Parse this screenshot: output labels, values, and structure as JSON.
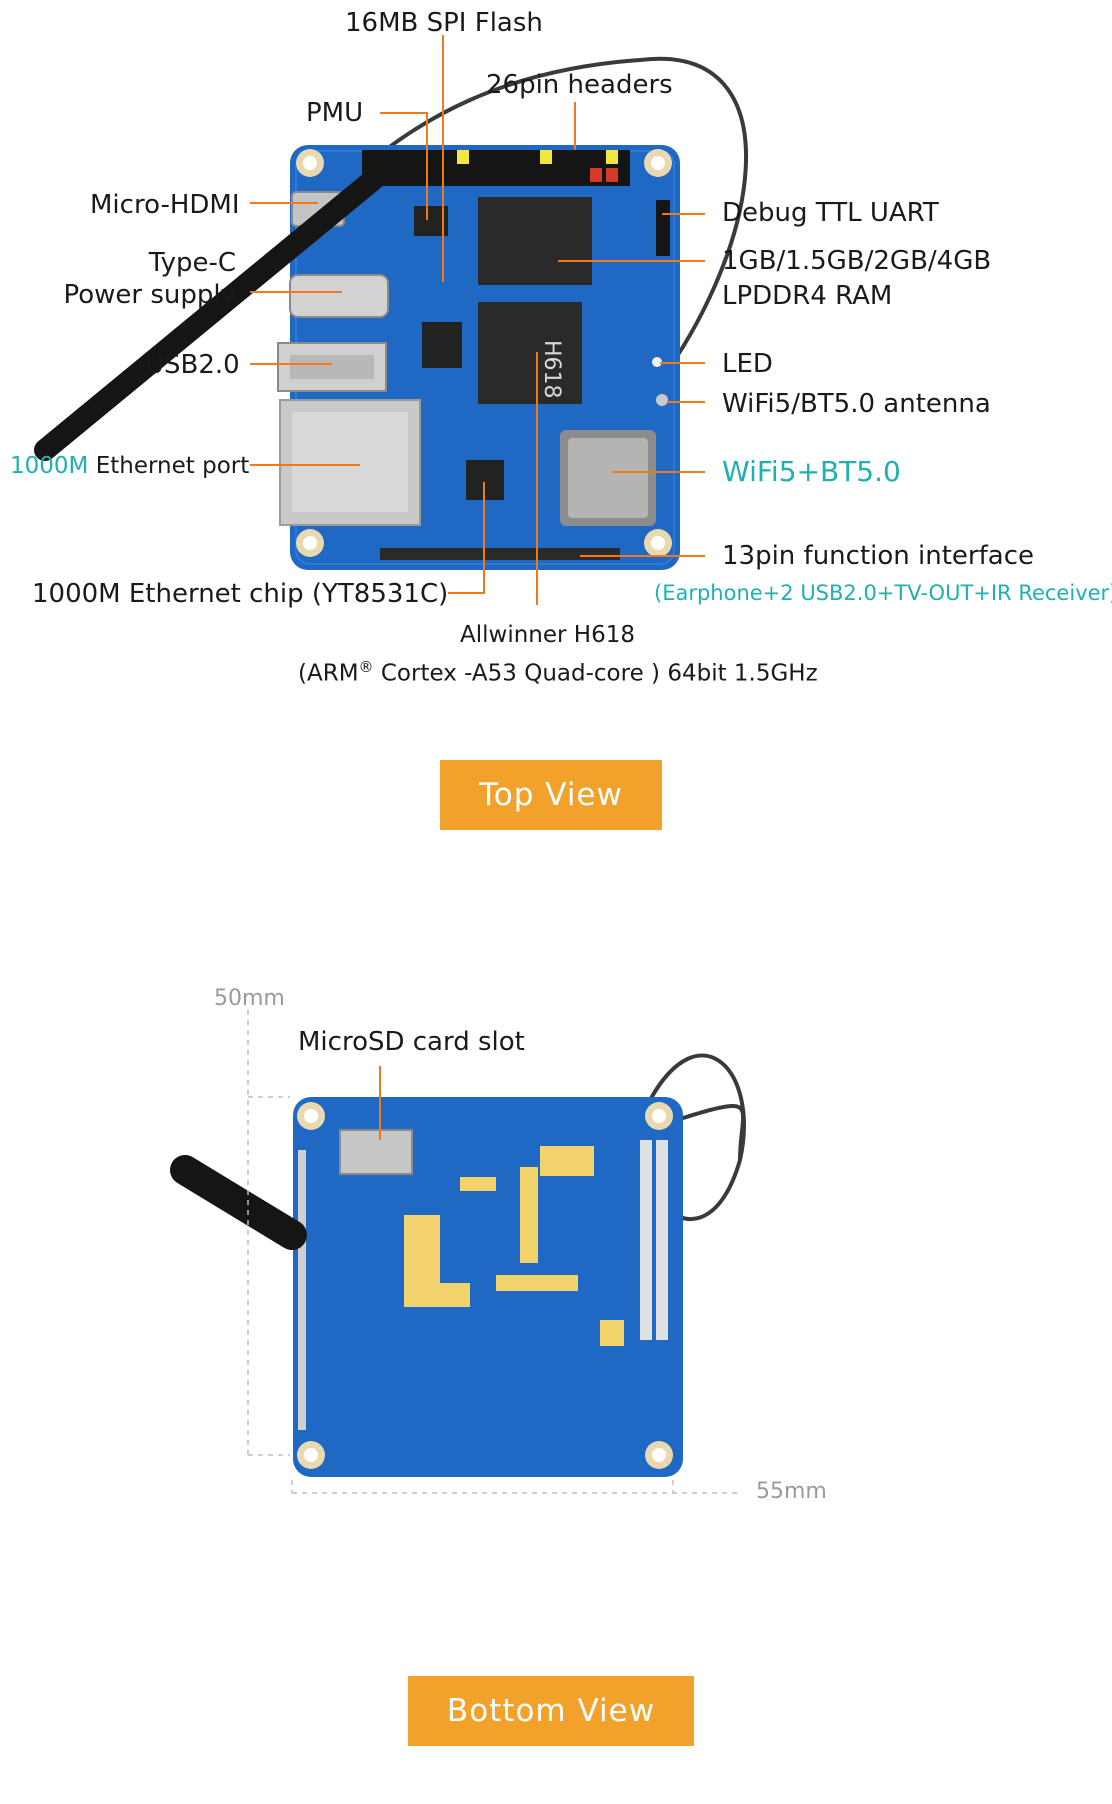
{
  "top_view": {
    "labels": {
      "spi_flash": "16MB SPI Flash",
      "headers": "26pin headers",
      "pmu": "PMU",
      "micro_hdmi": "Micro-HDMI",
      "typec_1": "Type-C",
      "typec_2": "Power supply",
      "usb": "USB2.0",
      "eth_port_speed": "1000M",
      "eth_port": " Ethernet port",
      "eth_chip": "1000M Ethernet chip (YT8531C)",
      "soc_1": "Allwinner H618",
      "soc_2_a": "(ARM",
      "soc_2_reg": "®",
      "soc_2_b": " Cortex -A53 Quad-core ) 64bit 1.5GHz",
      "uart": "Debug TTL UART",
      "ram_1": "1GB/1.5GB/2GB/4GB",
      "ram_2": "LPDDR4 RAM",
      "led": "LED",
      "antenna": "WiFi5/BT5.0 antenna",
      "wifi": "WiFi5+BT5.0",
      "func_if": "13pin function interface",
      "func_if_sub": "(Earphone+2 USB2.0+TV-OUT+IR Receiver)"
    },
    "button": "Top View"
  },
  "bottom_view": {
    "labels": {
      "sd_slot": "MicroSD card slot",
      "height": "50mm",
      "width": "55mm"
    },
    "button": "Bottom View"
  },
  "colors": {
    "board": "#1f68c4",
    "accent": "#f2a22a",
    "leader": "#f07a1a",
    "teal": "#1fb0b0"
  }
}
